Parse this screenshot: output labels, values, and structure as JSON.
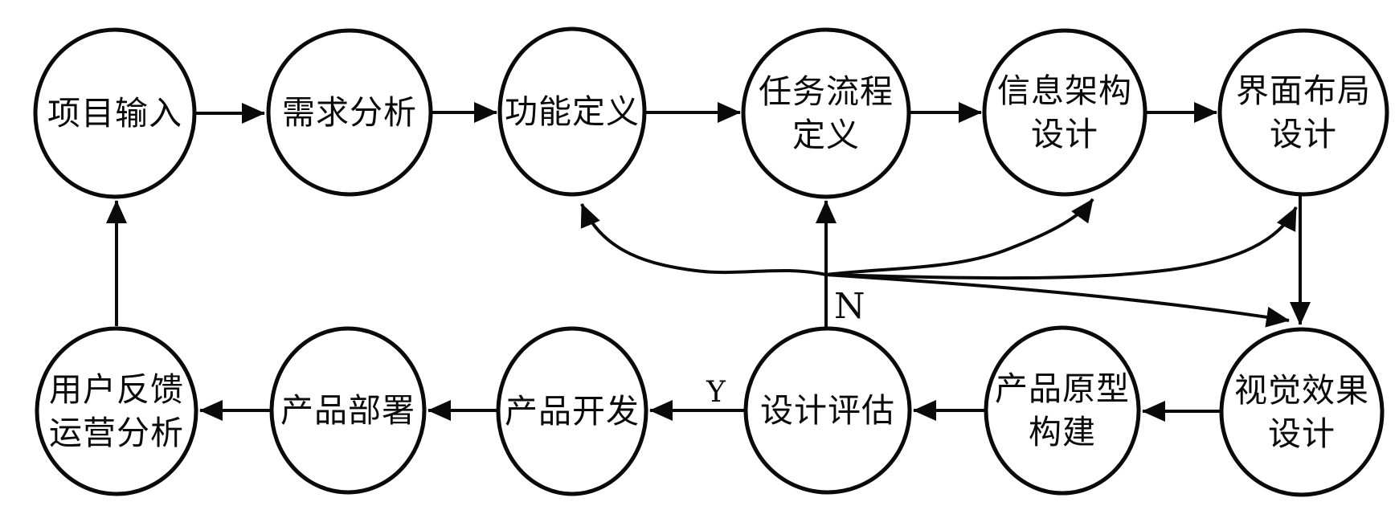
{
  "diagram": {
    "title": "product-design-process-flowchart",
    "colors": {
      "background": "#ffffff",
      "stroke": "#0a0a0a",
      "node_fill": "#ffffff",
      "text": "#0a0a0a"
    },
    "nodes": [
      {
        "id": "project-input",
        "lines": [
          "项目输入"
        ]
      },
      {
        "id": "requirement-analysis",
        "lines": [
          "需求分析"
        ]
      },
      {
        "id": "function-definition",
        "lines": [
          "功能定义"
        ]
      },
      {
        "id": "task-flow-definition",
        "lines": [
          "任务流程",
          "定义"
        ]
      },
      {
        "id": "information-architecture-design",
        "lines": [
          "信息架构",
          "设计"
        ]
      },
      {
        "id": "interface-layout-design",
        "lines": [
          "界面布局",
          "设计"
        ]
      },
      {
        "id": "visual-effect-design",
        "lines": [
          "视觉效果",
          "设计"
        ]
      },
      {
        "id": "product-prototype-construction",
        "lines": [
          "产品原型",
          "构建"
        ]
      },
      {
        "id": "design-evaluation",
        "lines": [
          "设计评估"
        ]
      },
      {
        "id": "product-development",
        "lines": [
          "产品开发"
        ]
      },
      {
        "id": "product-deployment",
        "lines": [
          "产品部署"
        ]
      },
      {
        "id": "user-feedback-operation-analysis",
        "lines": [
          "用户反馈",
          "运营分析"
        ]
      }
    ],
    "edge_labels": {
      "no": "N",
      "yes": "Y"
    },
    "edges": [
      {
        "from": "project-input",
        "to": "requirement-analysis"
      },
      {
        "from": "requirement-analysis",
        "to": "function-definition"
      },
      {
        "from": "function-definition",
        "to": "task-flow-definition"
      },
      {
        "from": "task-flow-definition",
        "to": "information-architecture-design"
      },
      {
        "from": "information-architecture-design",
        "to": "interface-layout-design"
      },
      {
        "from": "interface-layout-design",
        "to": "visual-effect-design"
      },
      {
        "from": "visual-effect-design",
        "to": "product-prototype-construction"
      },
      {
        "from": "product-prototype-construction",
        "to": "design-evaluation"
      },
      {
        "from": "design-evaluation",
        "to": "product-development",
        "label": "Y"
      },
      {
        "from": "product-development",
        "to": "product-deployment"
      },
      {
        "from": "product-deployment",
        "to": "user-feedback-operation-analysis"
      },
      {
        "from": "user-feedback-operation-analysis",
        "to": "project-input"
      },
      {
        "from": "design-evaluation",
        "to": "function-definition",
        "label": "N"
      },
      {
        "from": "design-evaluation",
        "to": "task-flow-definition",
        "label": "N"
      },
      {
        "from": "design-evaluation",
        "to": "information-architecture-design",
        "label": "N"
      },
      {
        "from": "design-evaluation",
        "to": "interface-layout-design",
        "label": "N"
      },
      {
        "from": "design-evaluation",
        "to": "visual-effect-design",
        "label": "N"
      }
    ]
  }
}
